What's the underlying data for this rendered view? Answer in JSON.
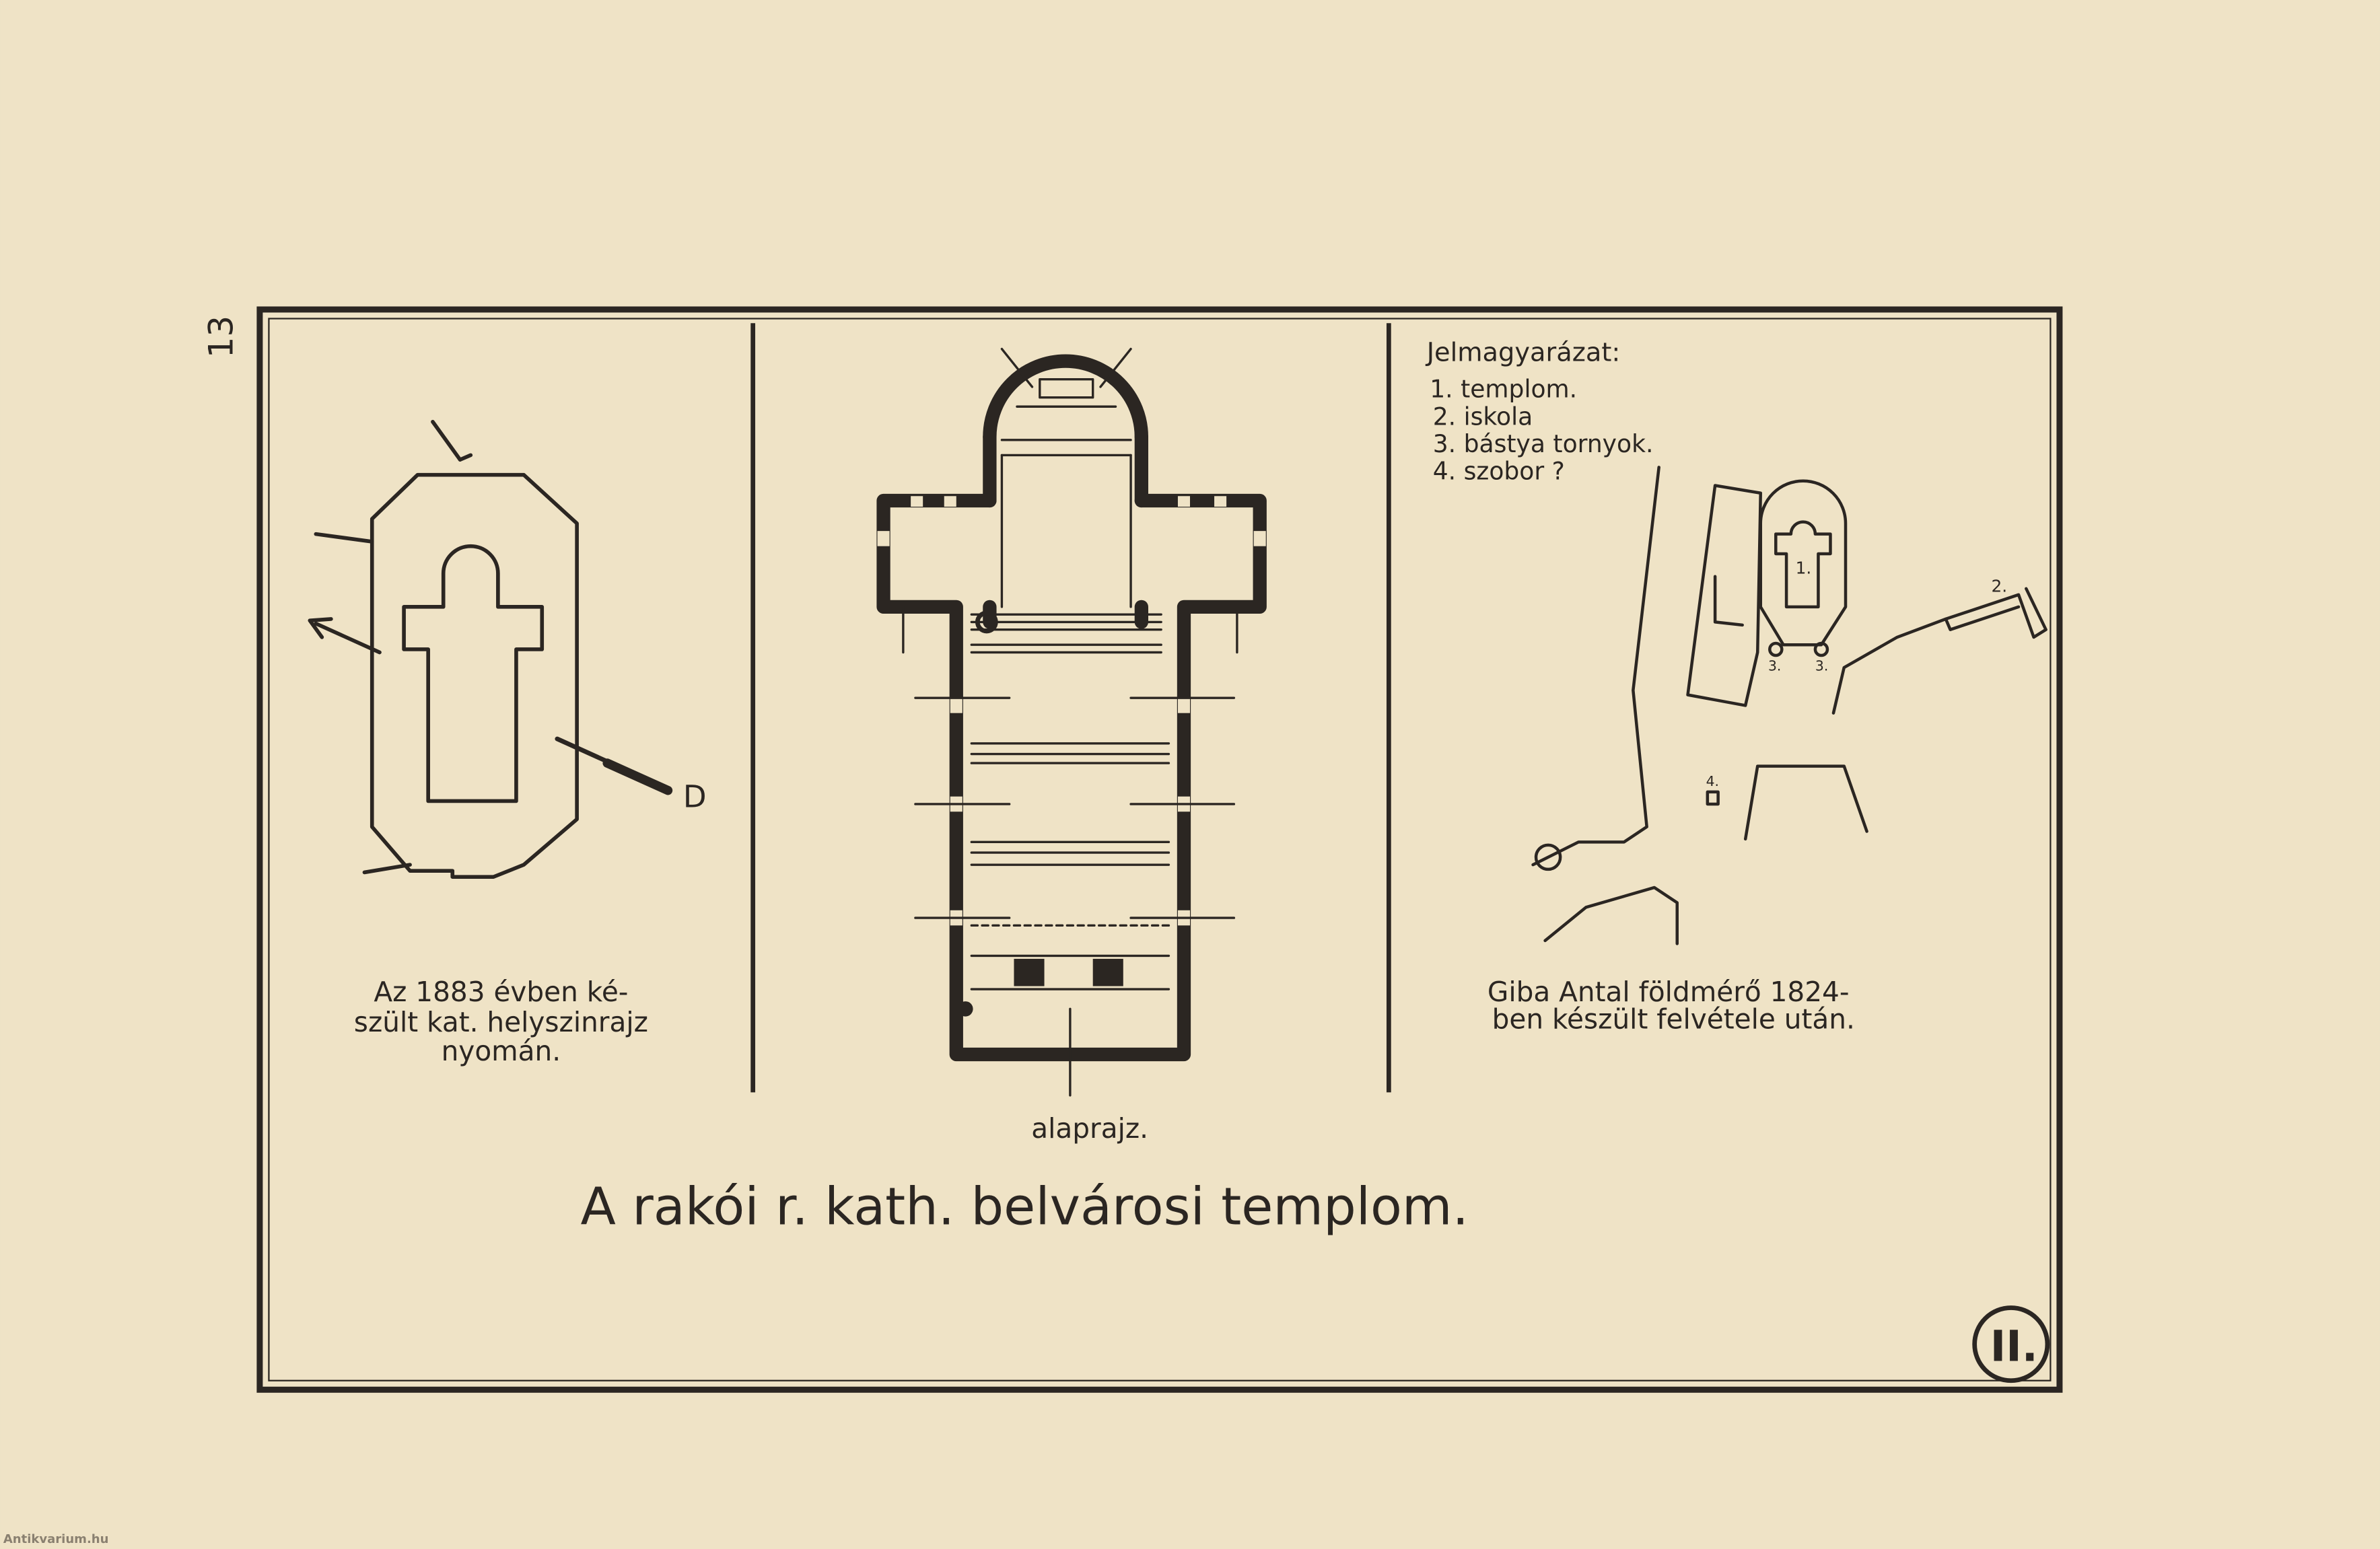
{
  "page_number": "13",
  "plate_number": "II.",
  "title": "A rakói r. kath. belvárosi templom.",
  "left_panel": {
    "compass_label": "D",
    "caption_lines": [
      "Az 1883 évben ké-",
      "szült kat. helyszinrajz",
      "nyomán."
    ]
  },
  "center_panel": {
    "caption": "alaprajz."
  },
  "right_panel": {
    "legend_title": "Jelmagyarázat:",
    "legend_items": [
      "1. templom.",
      "2. iskola",
      "3. bástya tornyok.",
      "4. szobor ?"
    ],
    "map_labels": [
      "1.",
      "2.",
      "3.",
      "3.",
      "4."
    ],
    "caption_lines": [
      "Giba Antal földmérő 1824-",
      "ben készült felvétele után."
    ]
  },
  "watermark": "Antikvarium.hu",
  "colors": {
    "paper": "#efe3c6",
    "ink": "#2b2622"
  }
}
